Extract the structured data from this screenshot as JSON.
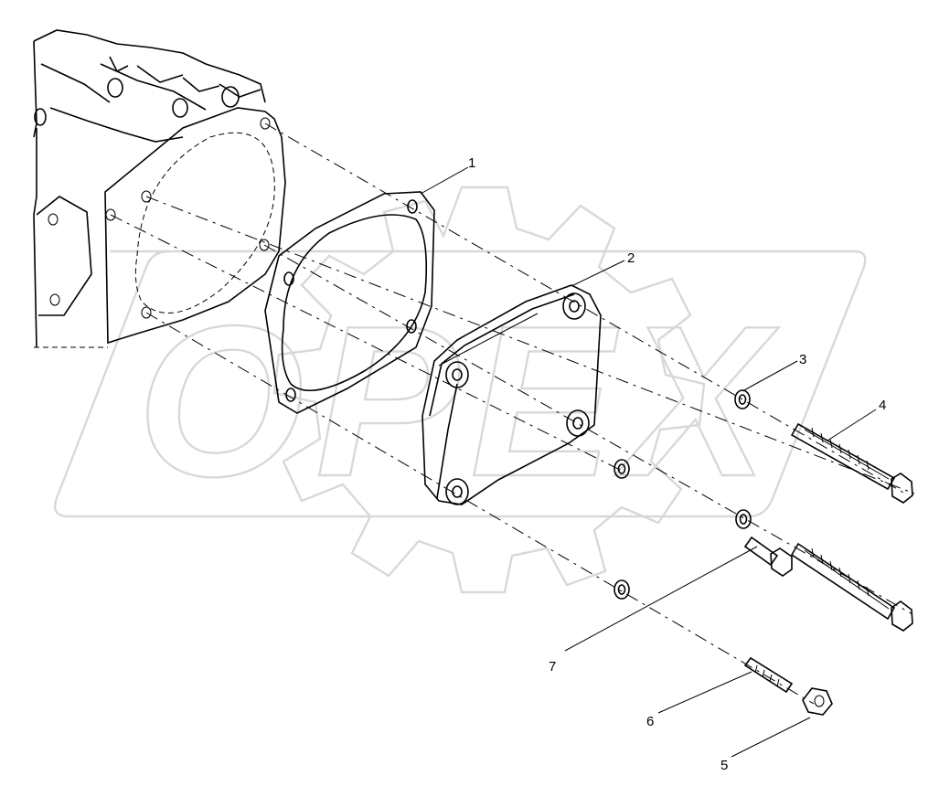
{
  "callouts": [
    {
      "id": "1",
      "text": "1"
    },
    {
      "id": "2",
      "text": "2"
    },
    {
      "id": "3",
      "text": "3"
    },
    {
      "id": "4",
      "text": "4"
    },
    {
      "id": "5",
      "text": "5"
    },
    {
      "id": "6",
      "text": "6"
    },
    {
      "id": "7",
      "text": "7"
    }
  ],
  "watermark": {
    "text": "OPEX"
  }
}
